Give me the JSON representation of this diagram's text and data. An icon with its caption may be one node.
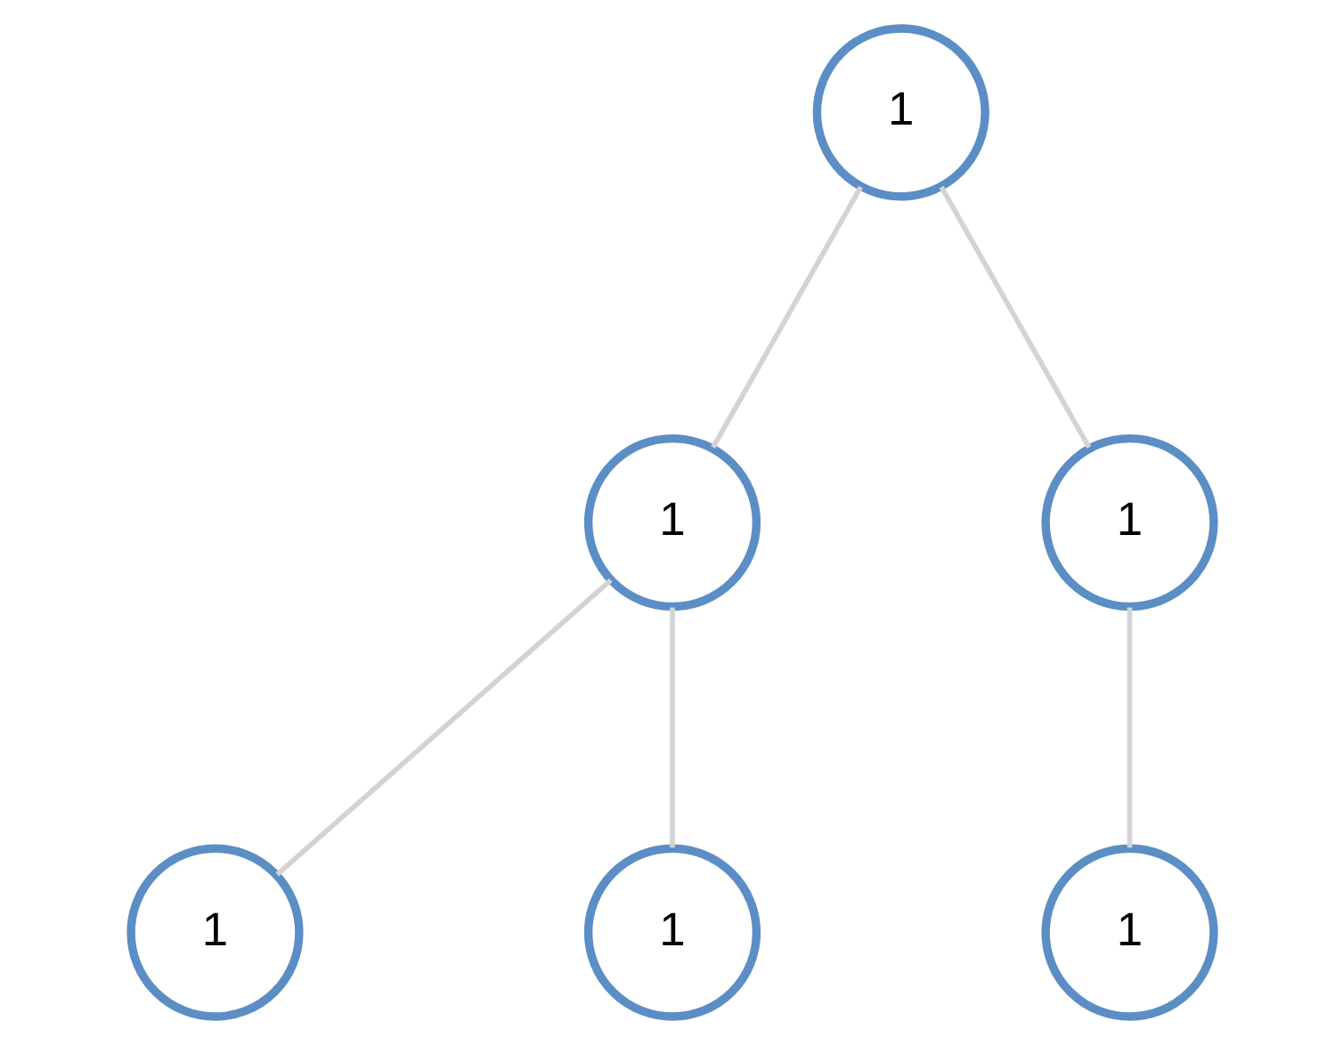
{
  "diagram": {
    "nodes": [
      {
        "text": [
          "1"
        ]
      },
      {
        "text": [
          "1"
        ]
      },
      {
        "text": [
          "1"
        ]
      },
      {
        "text": [
          "1"
        ]
      },
      {
        "text": [
          "1"
        ]
      },
      {
        "text": [
          "1"
        ]
      }
    ],
    "edges": [
      {
        "from": 0,
        "to": 1,
        "arrow": "none"
      },
      {
        "from": 0,
        "to": 2,
        "arrow": "none"
      },
      {
        "from": 1,
        "to": 3,
        "arrow": "none"
      },
      {
        "from": 1,
        "to": 4,
        "arrow": "none"
      },
      {
        "from": 2,
        "to": 5,
        "arrow": "none"
      }
    ]
  }
}
